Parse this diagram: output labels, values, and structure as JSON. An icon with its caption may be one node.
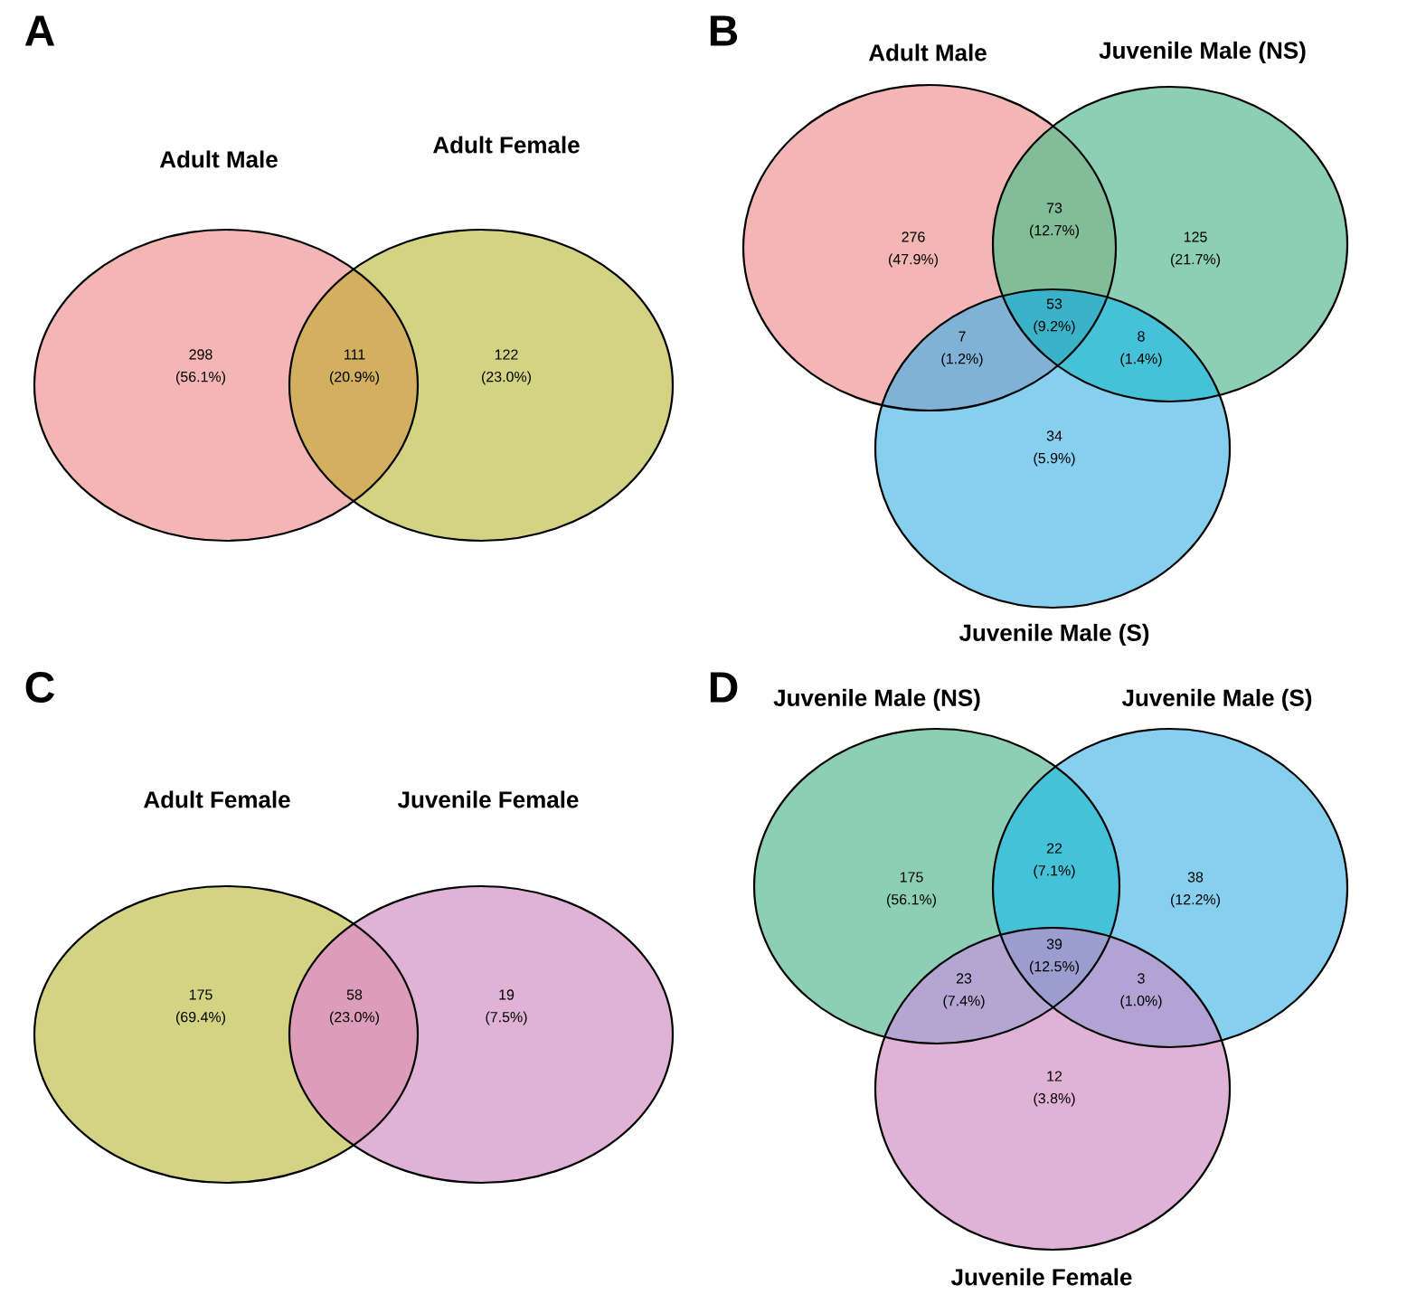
{
  "diagram": {
    "nodes": [
      {
        "text": [
          "Adult Male"
        ]
      },
      {
        "text": [
          "Adult Female"
        ]
      },
      {
        "text": [
          "Adult Male"
        ]
      },
      {
        "text": [
          "Juvenile Male (NS)"
        ]
      },
      {
        "text": [
          "Juvenile Male (S)"
        ]
      },
      {
        "text": [
          "Adult Female"
        ]
      },
      {
        "text": [
          "Juvenile Female"
        ]
      },
      {
        "text": [
          "Juvenile Male (NS)"
        ]
      },
      {
        "text": [
          "Juvenile Male (S)"
        ]
      },
      {
        "text": [
          "Juvenile Female"
        ]
      }
    ],
    "labels": [
      "A",
      "B",
      "298",
      "(56.1%)",
      "111",
      "(20.9%)",
      "122",
      "(23.0%)",
      "276",
      "(47.9%)",
      "73",
      "(12.7%)",
      "125",
      "(21.7%)",
      "53",
      "(9.2%)",
      "7",
      "(1.2%)",
      "8",
      "(1.4%)",
      "34",
      "(5.9%)",
      "C",
      "D",
      "175",
      "(69.4%)",
      "58",
      "(23.0%)",
      "19",
      "(7.5%)",
      "175",
      "(56.1%)",
      "22",
      "(7.1%)",
      "38",
      "(12.2%)",
      "39",
      "(12.5%)",
      "23",
      "(7.4%)",
      "3",
      "(1.0%)",
      "12",
      "(3.8%)"
    ]
  }
}
